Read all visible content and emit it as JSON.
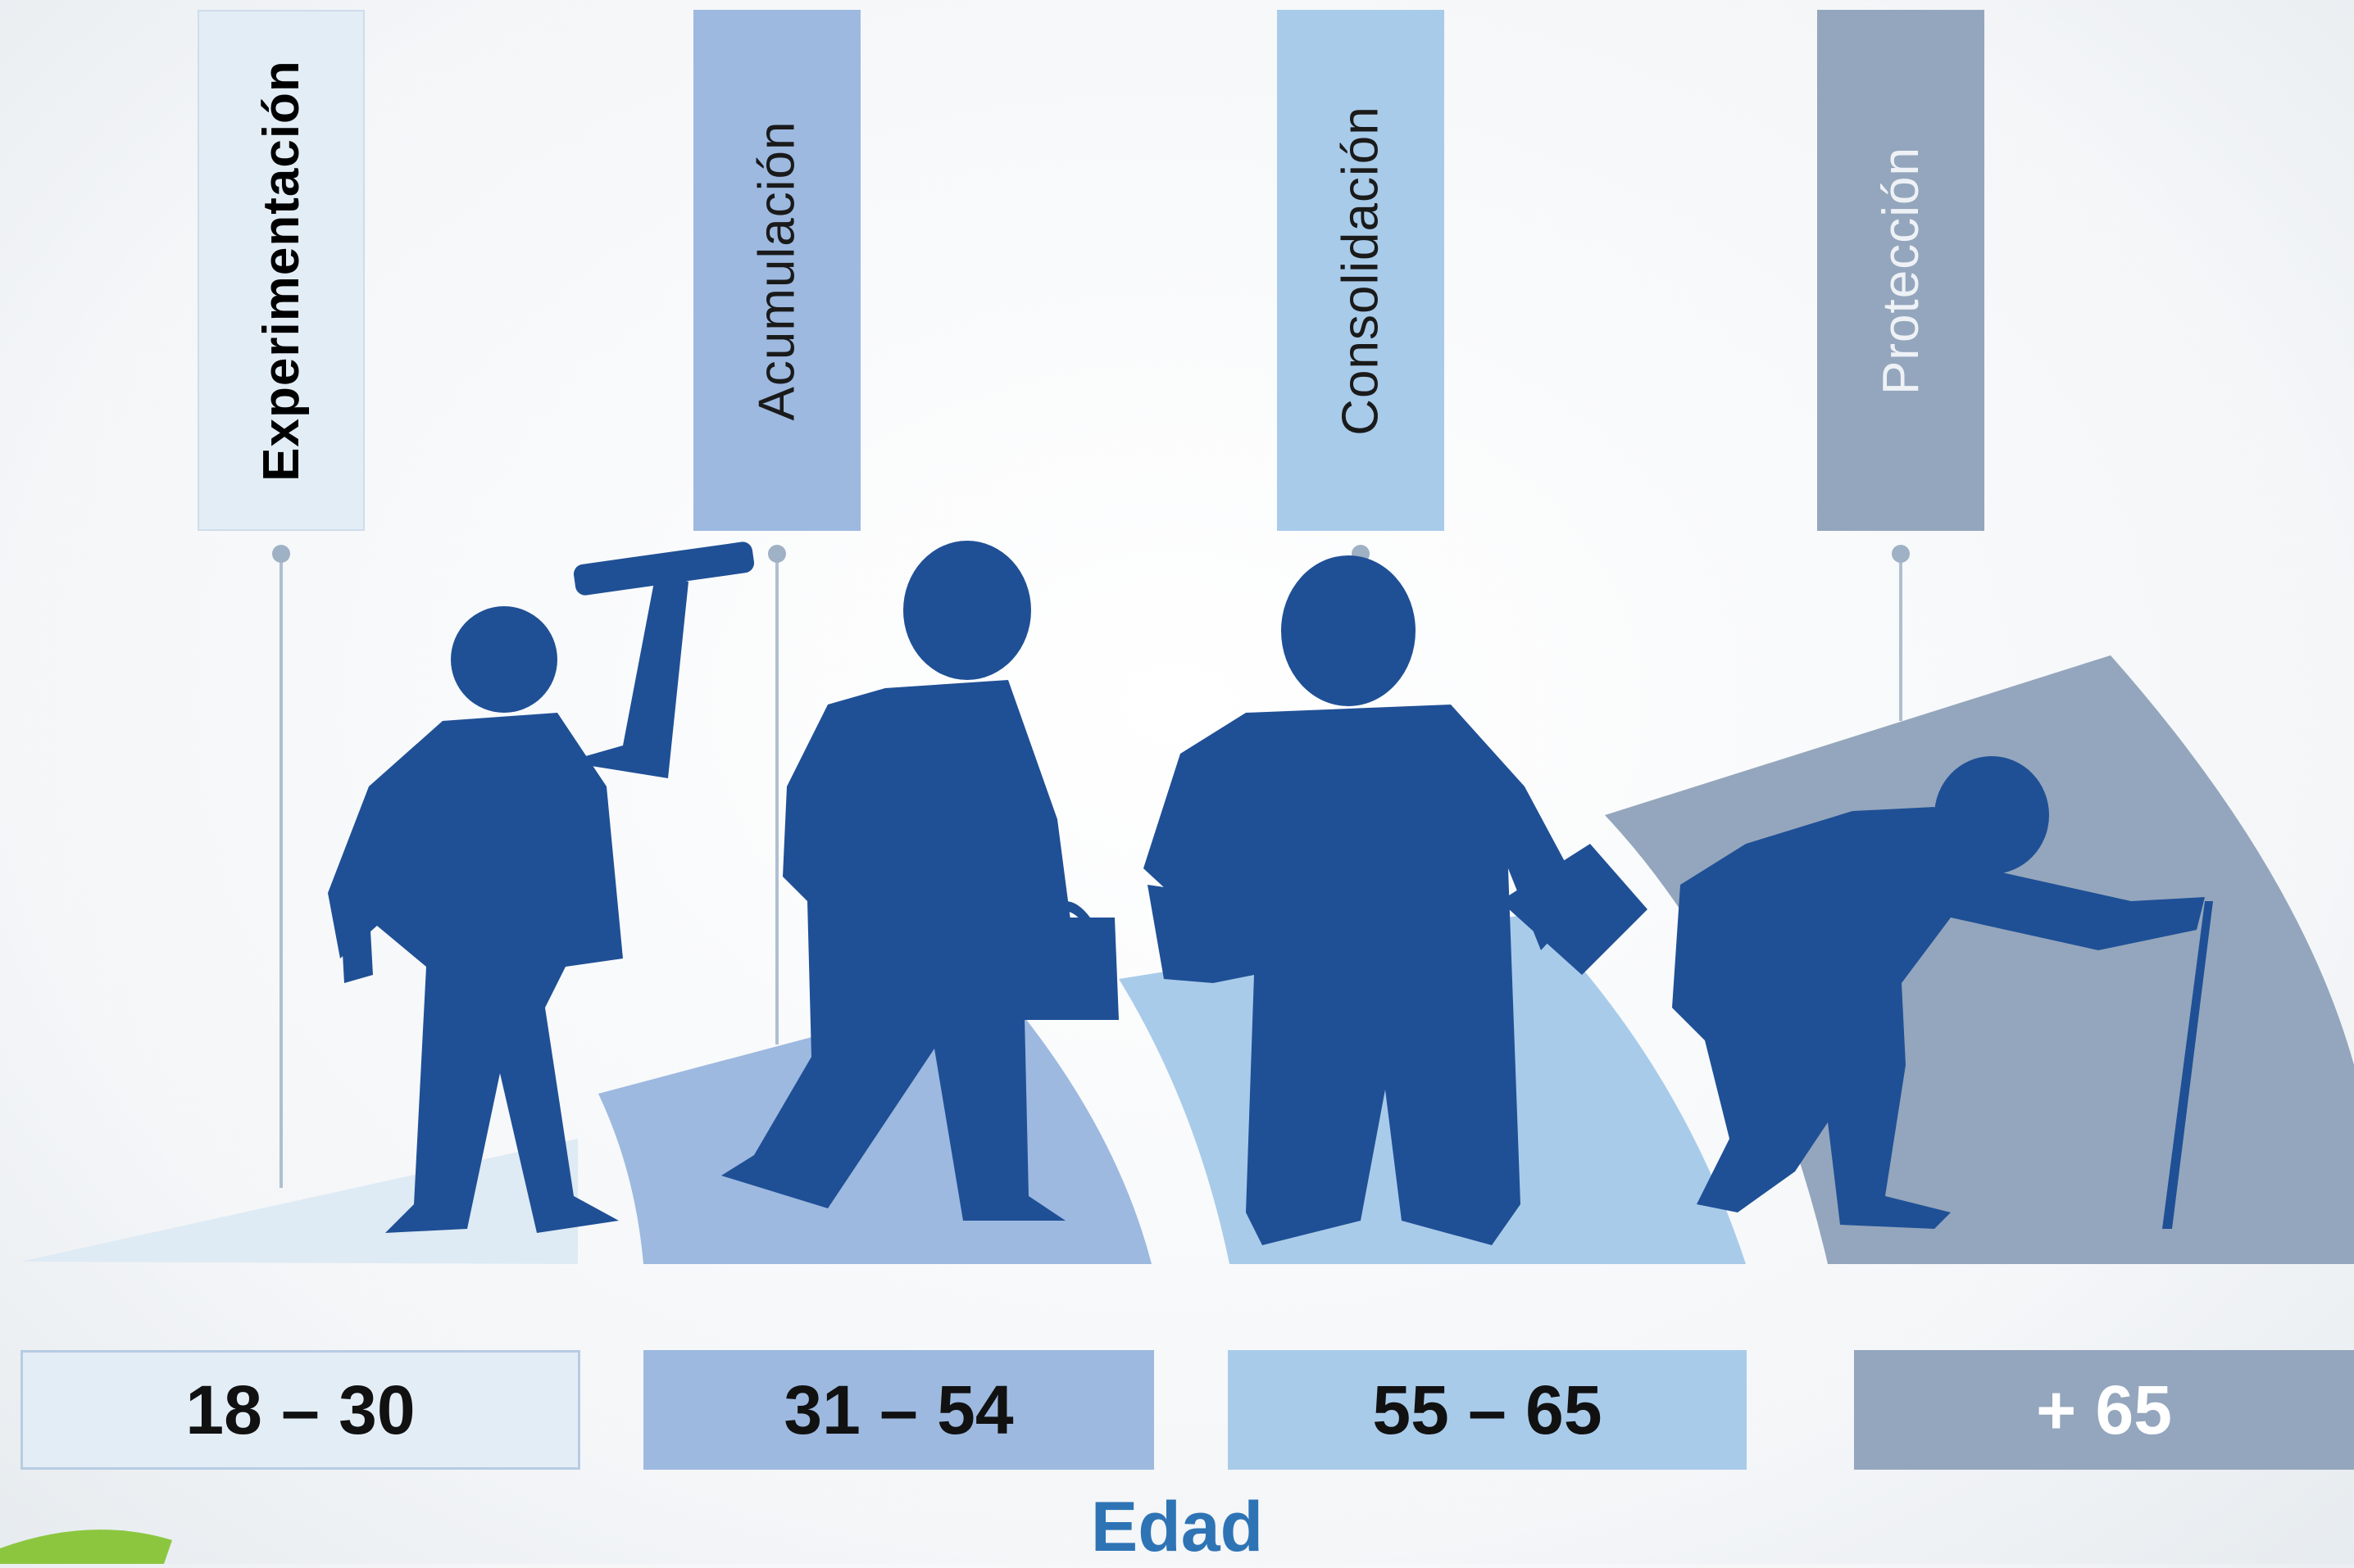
{
  "stages": [
    {
      "label": "Experimentación",
      "age": "18 – 30",
      "color": "#deeaf4",
      "label_color": "#000000",
      "age_color": "#111111"
    },
    {
      "label": "Acumulación",
      "age": "31 – 54",
      "color": "#9db9e0",
      "label_color": "#1a1a1a",
      "age_color": "#111111"
    },
    {
      "label": "Consolidación",
      "age": "55 – 65",
      "color": "#a9cbea",
      "label_color": "#1a1a1a",
      "age_color": "#111111"
    },
    {
      "label": "Protección",
      "age": "+ 65",
      "color": "#94a6bd",
      "label_color": "#eef2f6",
      "age_color": "#ffffff"
    }
  ],
  "axis_title": "Edad",
  "colors": {
    "silhouette": "#1f5096",
    "connector": "#aebfcf",
    "accent": "#2e74b5",
    "logo": "#8cc63f"
  }
}
